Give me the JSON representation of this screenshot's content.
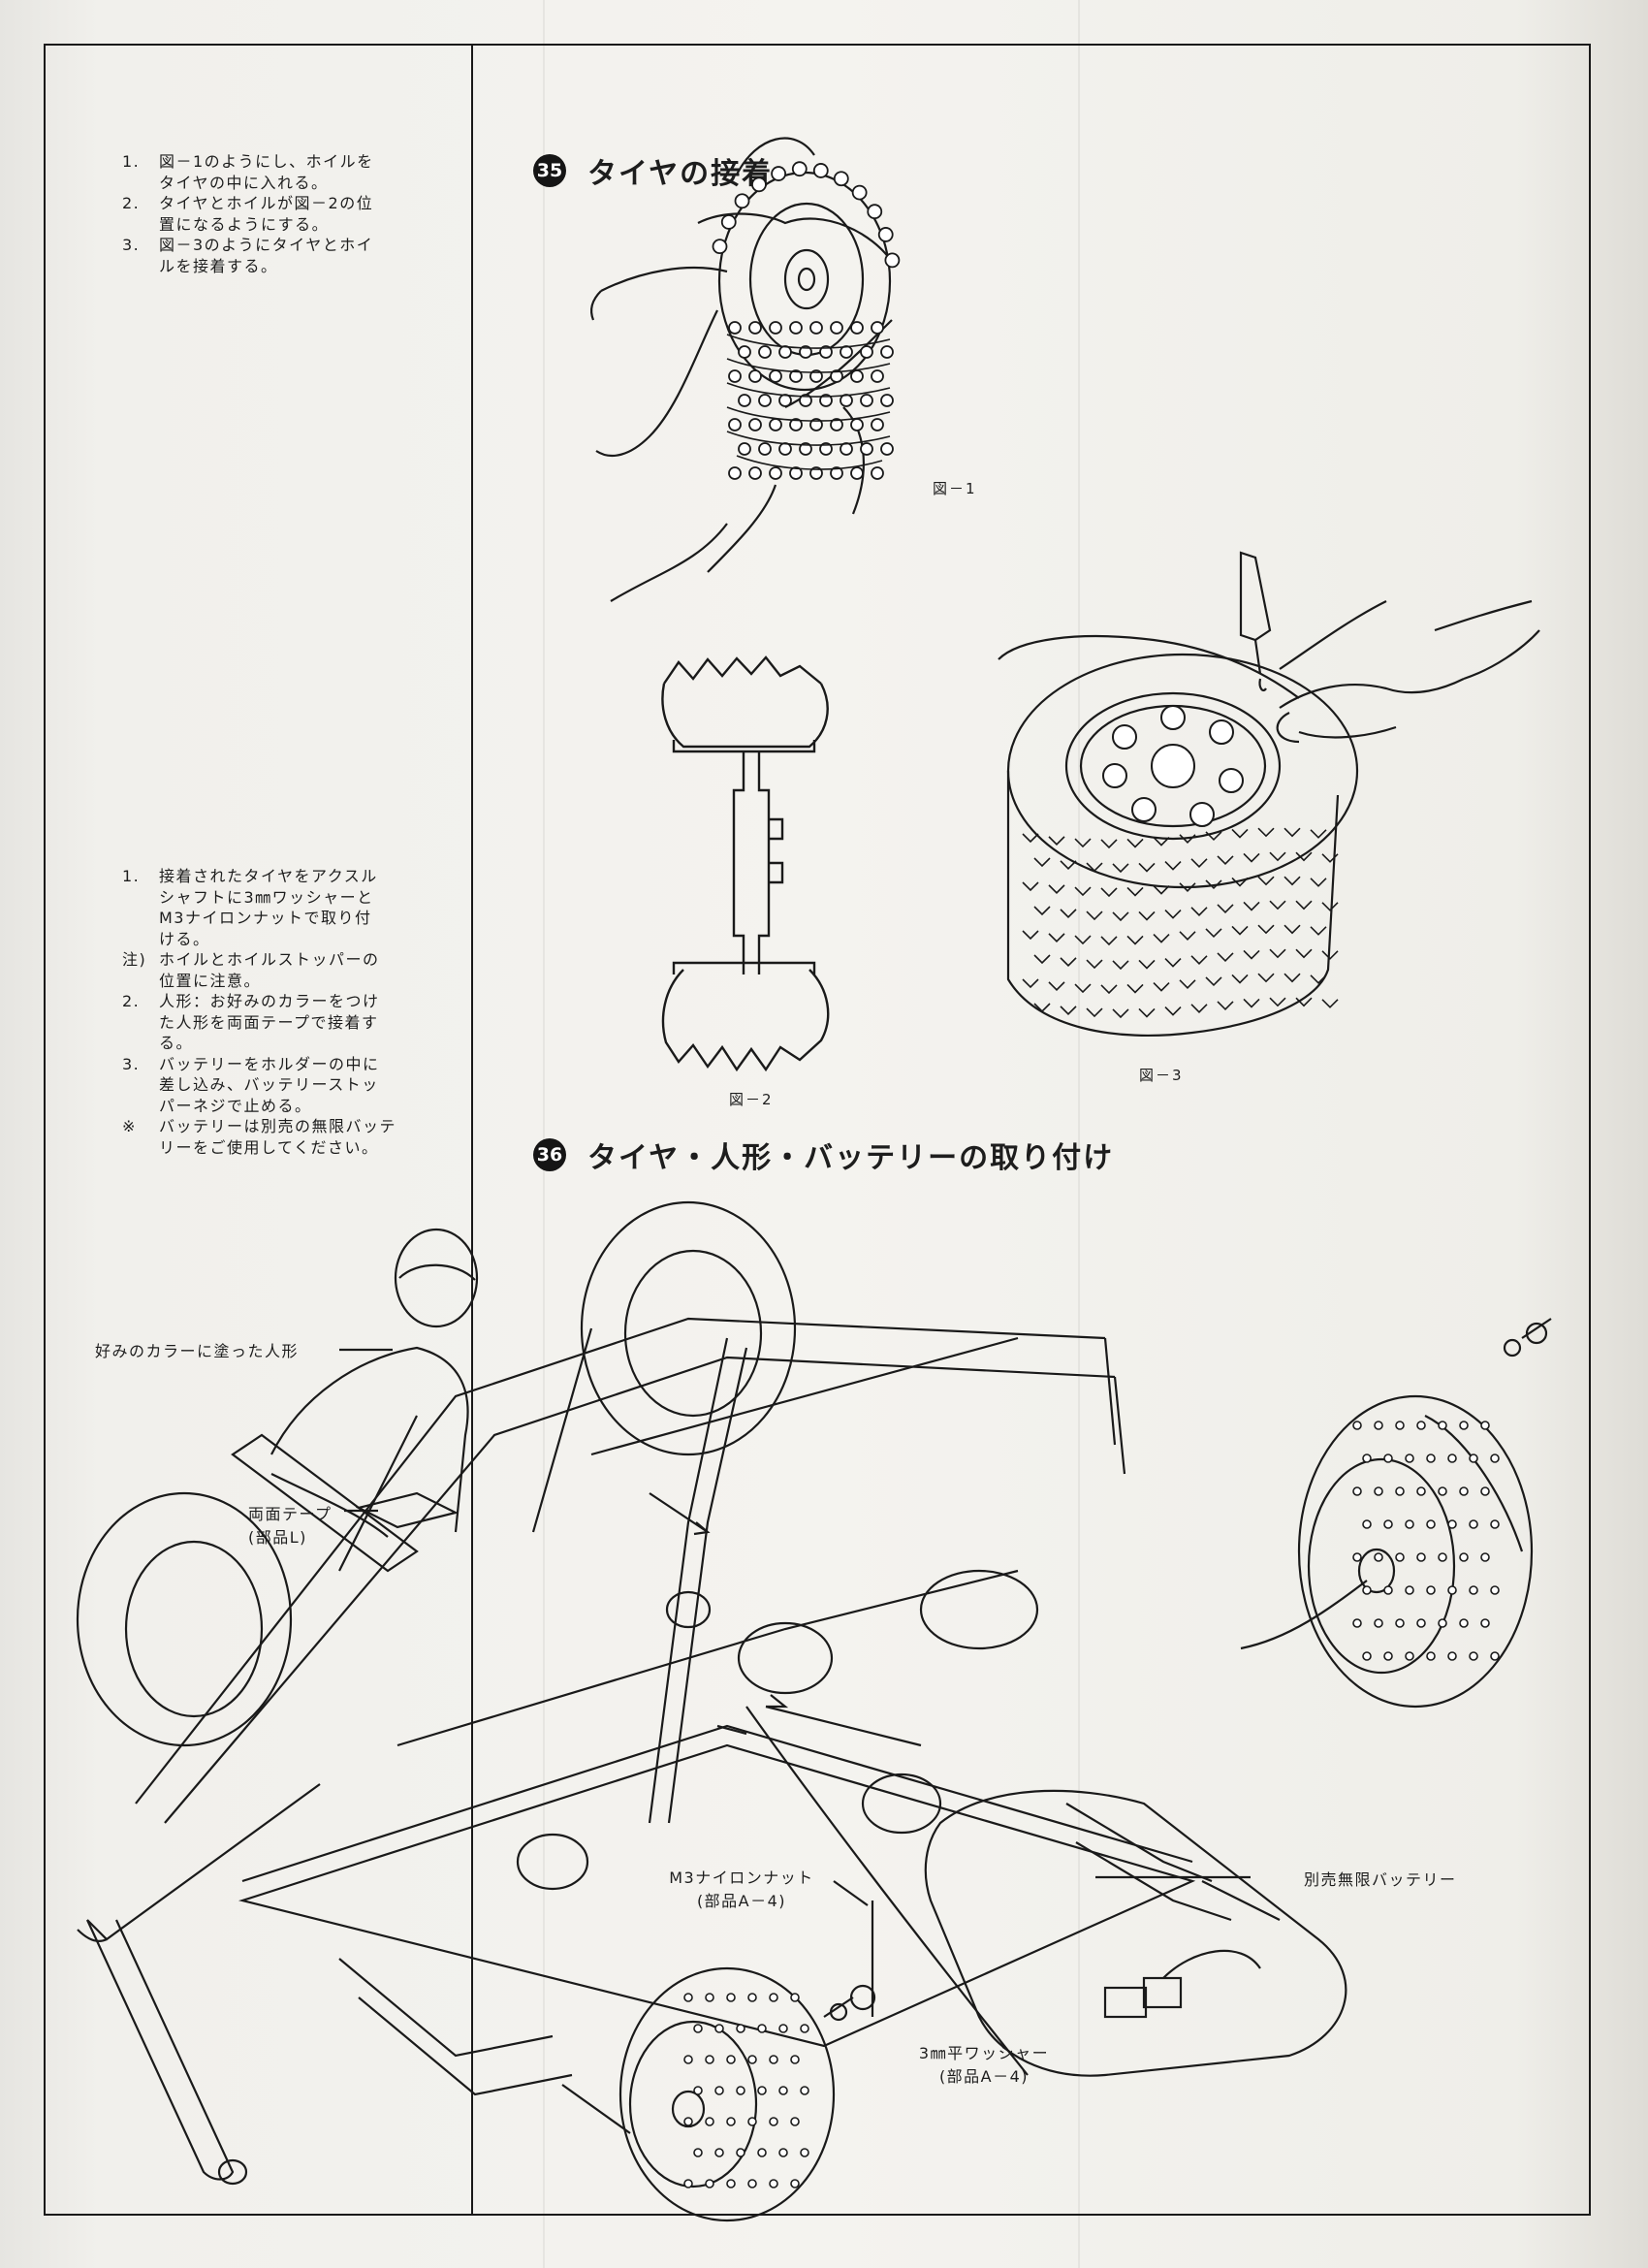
{
  "left_column": {
    "steps_35": [
      {
        "num": "1.",
        "text": "図－1のようにし、ホイルを\nタイヤの中に入れる。"
      },
      {
        "num": "2.",
        "text": "タイヤとホイルが図－2の位\n置になるようにする。"
      },
      {
        "num": "3.",
        "text": "図－3のようにタイヤとホイ\nルを接着する。"
      }
    ],
    "steps_36": [
      {
        "num": "1.",
        "text": "接着されたタイヤをアクスル\nシャフトに3㎜ワッシャーと\nM3ナイロンナットで取り付\nける。"
      },
      {
        "num": "注)",
        "text": "ホイルとホイルストッパーの\n位置に注意。"
      },
      {
        "num": "2.",
        "text": "人形：お好みのカラーをつけ\nた人形を両面テープで接着す\nる。"
      },
      {
        "num": "3.",
        "text": "バッテリーをホルダーの中に\n差し込み、バッテリーストッ\nパーネジで止める。"
      },
      {
        "num": "※",
        "text": "バッテリーは別売の無限バッテ\nリーをご使用してください。"
      }
    ]
  },
  "section_35": {
    "number": "35",
    "title": "タイヤの接着",
    "fig1": "図－1",
    "fig2": "図－2",
    "fig3": "図－3"
  },
  "section_36": {
    "number": "36",
    "title": "タイヤ・人形・バッテリーの取り付け",
    "labels": {
      "figure": "好みのカラーに塗った人形",
      "tape": "両面テープ",
      "tape_part": "(部品L)",
      "battery": "別売無限バッテリー",
      "nut": "M3ナイロンナット",
      "nut_part": "(部品A－4)",
      "washer": "3㎜平ワッシャー",
      "washer_part": "(部品A－4)"
    }
  },
  "colors": {
    "ink": "#1a1a1a",
    "paper": "#f4f3ef"
  }
}
